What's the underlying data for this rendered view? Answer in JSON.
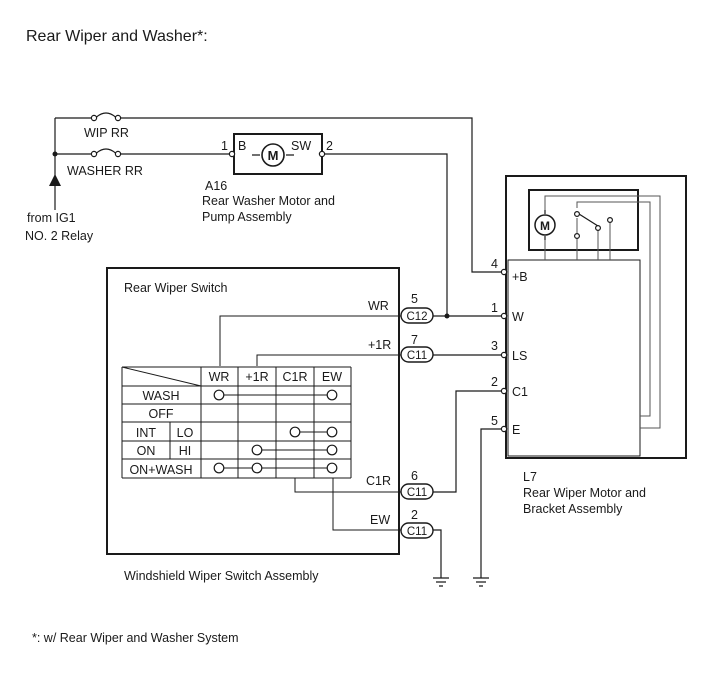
{
  "title": "Rear Wiper and Washer*:",
  "footnote": "*: w/ Rear Wiper and Washer System",
  "fuses": [
    "WIP RR",
    "WASHER RR"
  ],
  "source": {
    "line1": "from IG1",
    "line2": "NO. 2 Relay"
  },
  "washer_motor": {
    "code": "A16",
    "name_line1": "Rear Washer Motor and",
    "name_line2": "Pump Assembly",
    "symbol": "M",
    "pin_left": "1",
    "pin_right": "2",
    "label_left": "B",
    "label_right": "SW"
  },
  "switch": {
    "title": "Rear Wiper Switch",
    "assembly": "Windshield Wiper Switch Assembly",
    "table": {
      "headers": [
        "WR",
        "+1R",
        "C1R",
        "EW"
      ],
      "rows": [
        {
          "c1": "WASH",
          "c2": ""
        },
        {
          "c1": "OFF",
          "c2": ""
        },
        {
          "c1": "INT",
          "c2": "LO"
        },
        {
          "c1": "ON",
          "c2": "HI"
        },
        {
          "c1": "ON+WASH",
          "c2": ""
        }
      ]
    },
    "pins": [
      {
        "signal": "WR",
        "pin": "5",
        "connector": "C12"
      },
      {
        "signal": "+1R",
        "pin": "7",
        "connector": "C11"
      },
      {
        "signal": "C1R",
        "pin": "6",
        "connector": "C11"
      },
      {
        "signal": "EW",
        "pin": "2",
        "connector": "C11"
      }
    ]
  },
  "wiper_motor": {
    "code": "L7",
    "name_line1": "Rear Wiper Motor and",
    "name_line2": "Bracket Assembly",
    "symbol": "M",
    "pins": [
      {
        "pin": "4",
        "label": "+B"
      },
      {
        "pin": "1",
        "label": "W"
      },
      {
        "pin": "3",
        "label": "LS"
      },
      {
        "pin": "2",
        "label": "C1"
      },
      {
        "pin": "5",
        "label": "E"
      }
    ]
  }
}
